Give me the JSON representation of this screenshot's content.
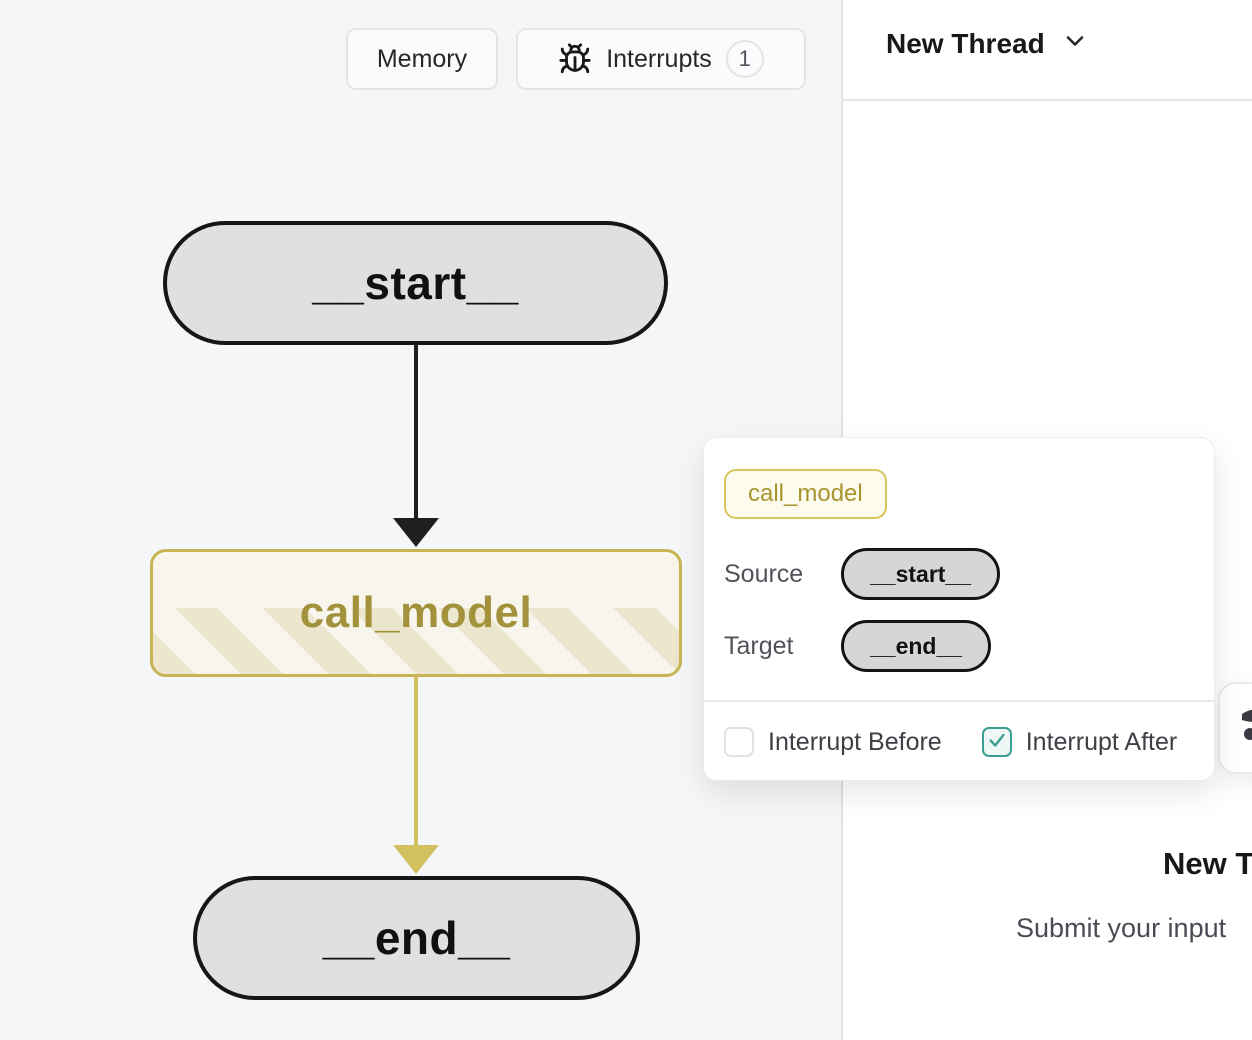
{
  "toolbar": {
    "memory_label": "Memory",
    "interrupts_label": "Interrupts",
    "interrupts_count": "1"
  },
  "thread_header": {
    "title": "New Thread"
  },
  "graph": {
    "nodes": [
      {
        "id": "start",
        "label": "__start__"
      },
      {
        "id": "call_model",
        "label": "call_model"
      },
      {
        "id": "end",
        "label": "__end__"
      }
    ],
    "edges": [
      {
        "from": "__start__",
        "to": "call_model",
        "color": "#1f1f1f"
      },
      {
        "from": "call_model",
        "to": "__end__",
        "color": "#d3c05f"
      }
    ]
  },
  "popover": {
    "node_chip": "call_model",
    "source_label": "Source",
    "source_value": "__start__",
    "target_label": "Target",
    "target_value": "__end__",
    "interrupt_before_label": "Interrupt Before",
    "interrupt_before_checked": false,
    "interrupt_after_label": "Interrupt After",
    "interrupt_after_checked": true
  },
  "thread_panel": {
    "empty_title": "New Thread",
    "empty_subtitle": "Submit your input"
  },
  "icons": {
    "interrupts_button": "bug-icon",
    "thread_dropdown": "chevron-down-icon",
    "interrupt_after": "check-icon",
    "corner_card": "clipped-dark-icon"
  },
  "colors": {
    "panel_background": "#f5f6f8",
    "node_fill_gray": "#e0e0e0",
    "node_border_black": "#161616",
    "highlight_border_yellow": "#c9b455",
    "highlight_fill_cream": "#f8f6ec",
    "highlight_text_olive": "#a2923c",
    "edge_yellow": "#d3c05f",
    "checkbox_checked_teal": "#3a9e90",
    "muted_text": "#52525b"
  }
}
